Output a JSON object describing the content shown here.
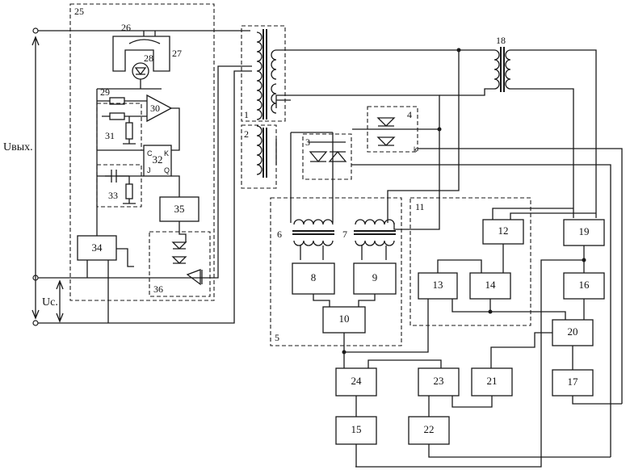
{
  "voltages": {
    "output": "Uвых.",
    "control": "Uс."
  },
  "groups": {
    "g25": "25",
    "g11": "11",
    "g5": "5"
  },
  "blocks": {
    "b8": "8",
    "b9": "9",
    "b10": "10",
    "b12": "12",
    "b13": "13",
    "b14": "14",
    "b15": "15",
    "b16": "16",
    "b17": "17",
    "b19": "19",
    "b20": "20",
    "b21": "21",
    "b22": "22",
    "b23": "23",
    "b24": "24",
    "b32": "32",
    "b34": "34",
    "b35": "35"
  },
  "numbers": {
    "n1": "1",
    "n2": "2",
    "n3": "3",
    "n4": "4",
    "n6": "6",
    "n7": "7",
    "n18": "18",
    "n26": "26",
    "n27": "27",
    "n28": "28",
    "n29": "29",
    "n30": "30",
    "n31": "31",
    "n33": "33",
    "n36": "36"
  },
  "pins": {
    "c": "C",
    "k": "K",
    "j": "J",
    "q": "Q",
    "k4": "k"
  }
}
